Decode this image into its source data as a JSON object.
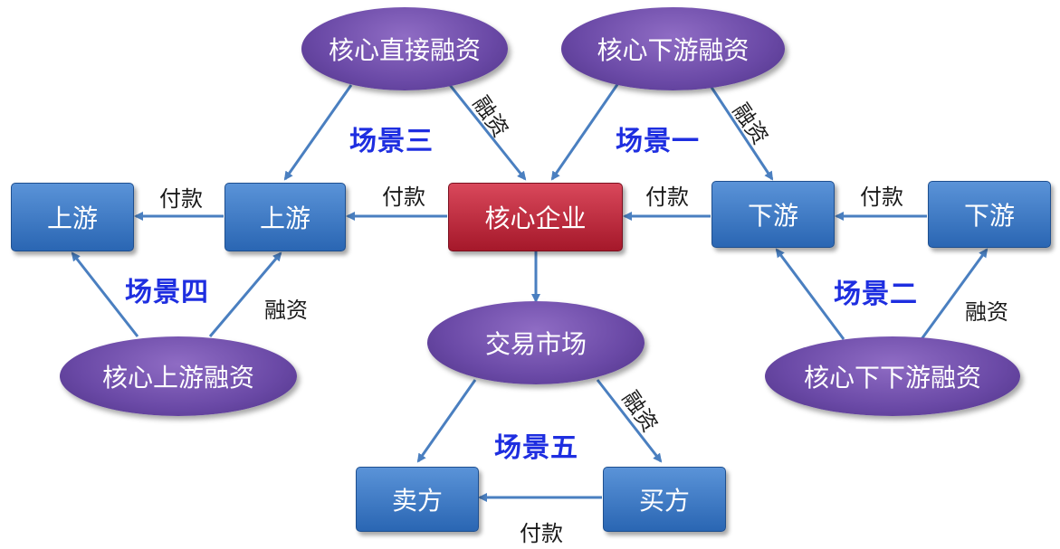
{
  "nodes": {
    "core": "核心企业",
    "upstream_near": "上游",
    "upstream_far": "上游",
    "downstream_near": "下游",
    "downstream_far": "下游",
    "seller": "卖方",
    "buyer": "买方"
  },
  "ellipses": {
    "direct_finance": "核心直接融资",
    "downstream_finance": "核心下游融资",
    "upstream_finance": "核心上游融资",
    "down_down_finance": "核心下下游融资",
    "market": "交易市场"
  },
  "edge_labels": {
    "payment": "付款",
    "financing": "融资"
  },
  "scenes": {
    "one": "场景一",
    "two": "场景二",
    "three": "场景三",
    "four": "场景四",
    "five": "场景五"
  },
  "colors": {
    "box": "#3a78c8",
    "core": "#c8283c",
    "ellipse": "#6a49a6",
    "arrow": "#4a7fc0",
    "scene_text": "#1e2ee0"
  }
}
